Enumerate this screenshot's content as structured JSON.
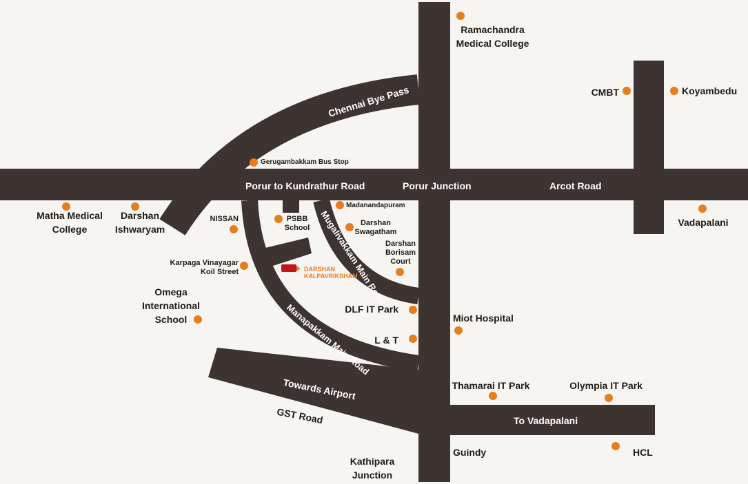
{
  "colors": {
    "road": "#3d3330",
    "landmark_dot": "#e87d1e",
    "project_marker": "#c3161c",
    "background": "#f6f5f2"
  },
  "roads": {
    "porur_to_kundrathur": "Porur to Kundrathur Road",
    "porur_junction": "Porur Junction",
    "arcot_road": "Arcot Road",
    "chennai_bye_pass": "Chennai Bye Pass",
    "mugalivakkam_main_road": "Mugalivakkam Main Road",
    "manapakkam_main_road": "Manapakkam Main Road",
    "towards_airport": "Towards Airport",
    "to_vadapalani": "To Vadapalani"
  },
  "landmarks": {
    "ramachandra": "Ramachandra\nMedical College",
    "cmbt": "CMBT",
    "koyambedu": "Koyambedu",
    "gerugambakkam": "Gerugambakkam Bus Stop",
    "matha": "Matha Medical\nCollege",
    "darshan_ishwaryam": "Darshan\nIshwaryam",
    "nissan": "NISSAN",
    "psbb": "PSBB\nSchool",
    "madanandapuram": "Madanandapuram",
    "darshan_swagatham": "Darshan\nSwagatham",
    "darshan_borisam": "Darshan\nBorisam\nCourt",
    "karpaga": "Karpaga Vinayagar\nKoil Street",
    "vadapalani": "Vadapalani",
    "omega": "Omega\nInternational\nSchool",
    "dlf": "DLF IT Park",
    "miot": "Miot Hospital",
    "lt": "L & T",
    "thamarai": "Thamarai IT Park",
    "olympia": "Olympia IT Park",
    "gst_road": "GST Road",
    "guindy": "Guindy",
    "hcl": "HCL",
    "kathipara": "Kathipara\nJunction"
  },
  "project": {
    "name": "DARSHAN\nKALPAVRIKSHAM"
  }
}
